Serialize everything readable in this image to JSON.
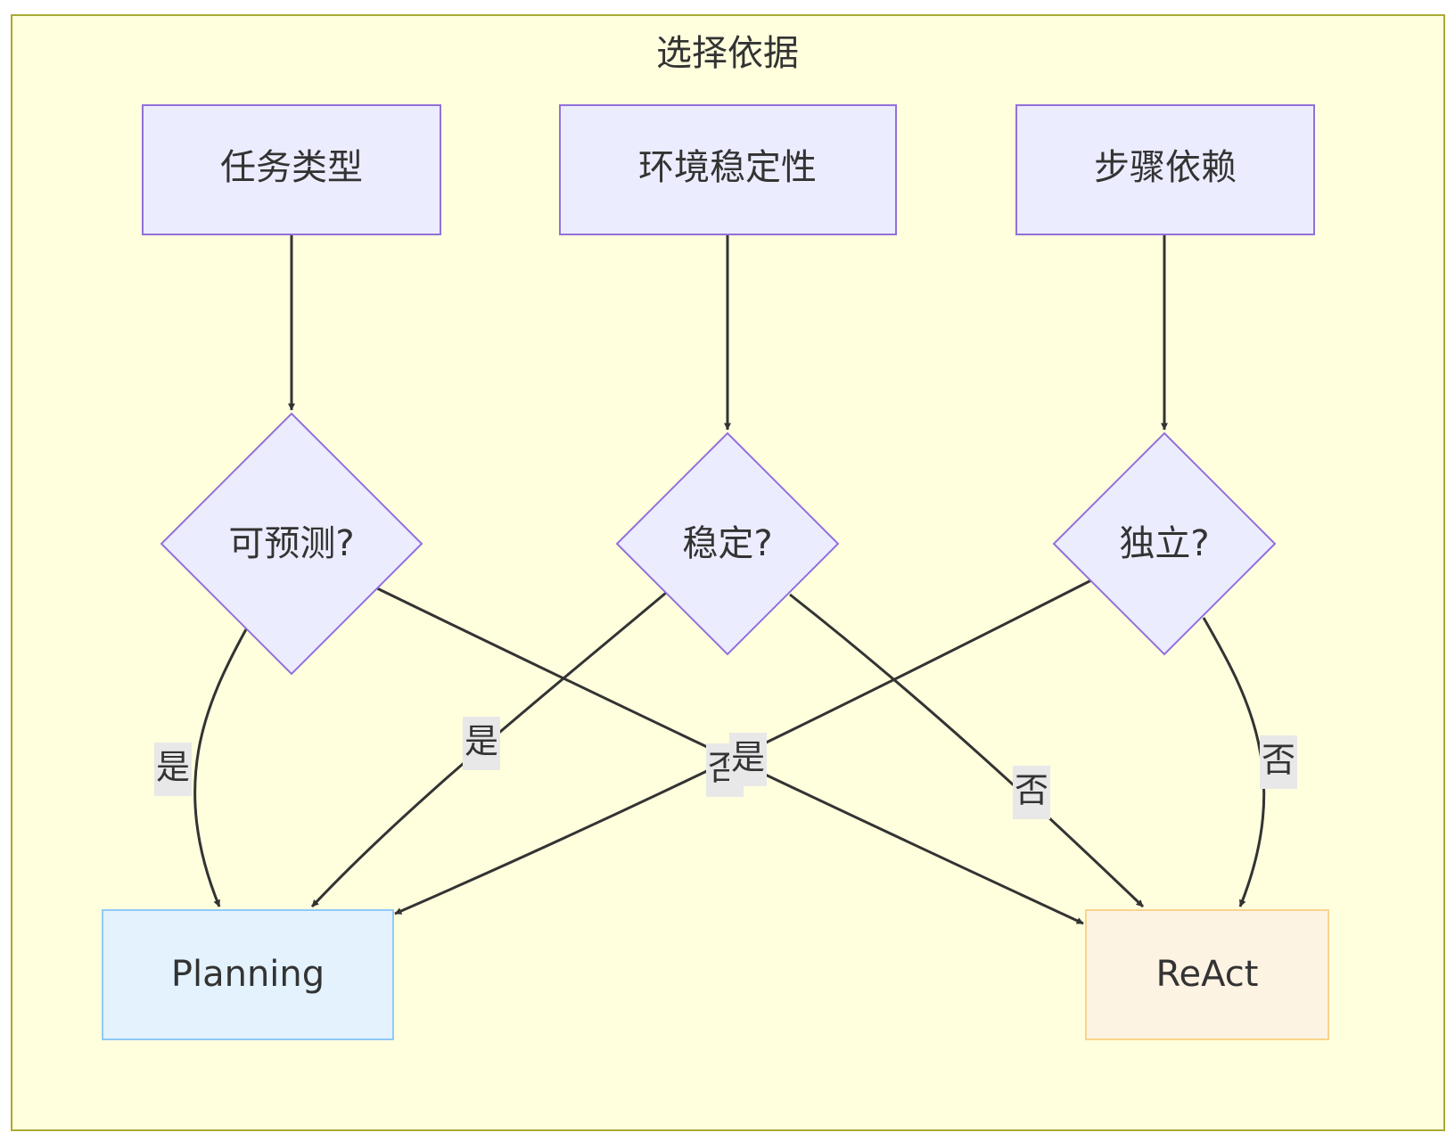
{
  "diagram": {
    "group_title": "选择依据",
    "criteria": {
      "task_type": "任务类型",
      "env_stability": "环境稳定性",
      "step_dependency": "步骤依赖"
    },
    "decisions": {
      "predictable": "可预测?",
      "stable": "稳定?",
      "independent": "独立?"
    },
    "outcomes": {
      "planning": "Planning",
      "react": "ReAct"
    },
    "edge_labels": {
      "predictable_yes": "是",
      "predictable_no": "否",
      "stable_yes": "是",
      "stable_no": "否",
      "independent_yes": "是",
      "independent_no": "否"
    },
    "colors": {
      "group_fill": "#ffffde",
      "group_stroke": "#aaaa33",
      "node_fill": "#ececff",
      "node_stroke": "#9370db",
      "planning_fill": "#e3f2fd",
      "planning_stroke": "#90caf9",
      "react_fill": "#fdf3e3",
      "react_stroke": "#f9d48b",
      "edge": "#333333",
      "edge_label_bg": "#e8e8e8"
    }
  }
}
